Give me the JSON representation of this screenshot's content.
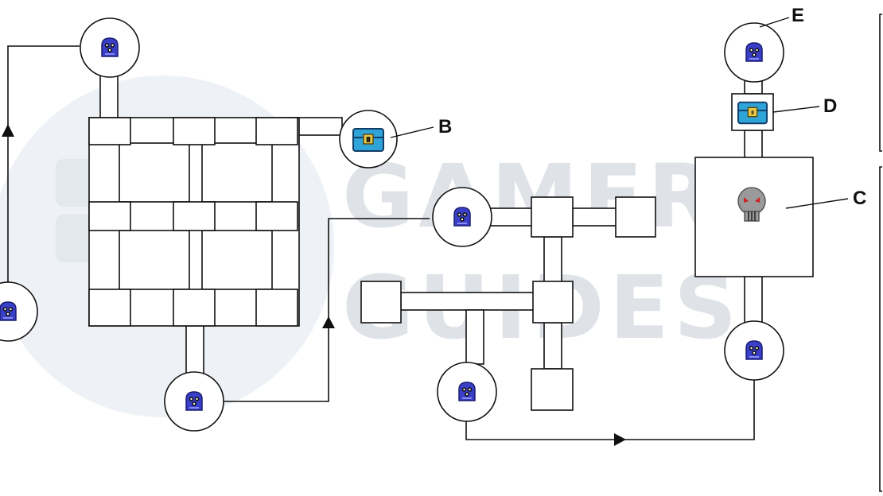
{
  "watermark": {
    "line1": "GAMER",
    "line2": "GUIDES"
  },
  "labels": {
    "b": "B",
    "c": "C",
    "d": "D",
    "e": "E"
  },
  "colors": {
    "line": "#111111",
    "room_fill": "#ffffff",
    "teleporter": "#3a3fc8",
    "chest": "#2fa4d8",
    "chest_lock": "#e8c84a",
    "skull": "#9a9a9a",
    "skull_eyes": "#cc2222",
    "watermark": "#dfe3e8"
  },
  "icons": {
    "teleporter": "teleporter-pad-icon",
    "chest": "treasure-chest-icon",
    "boss": "skull-boss-icon",
    "arrow": "arrowhead-icon"
  }
}
